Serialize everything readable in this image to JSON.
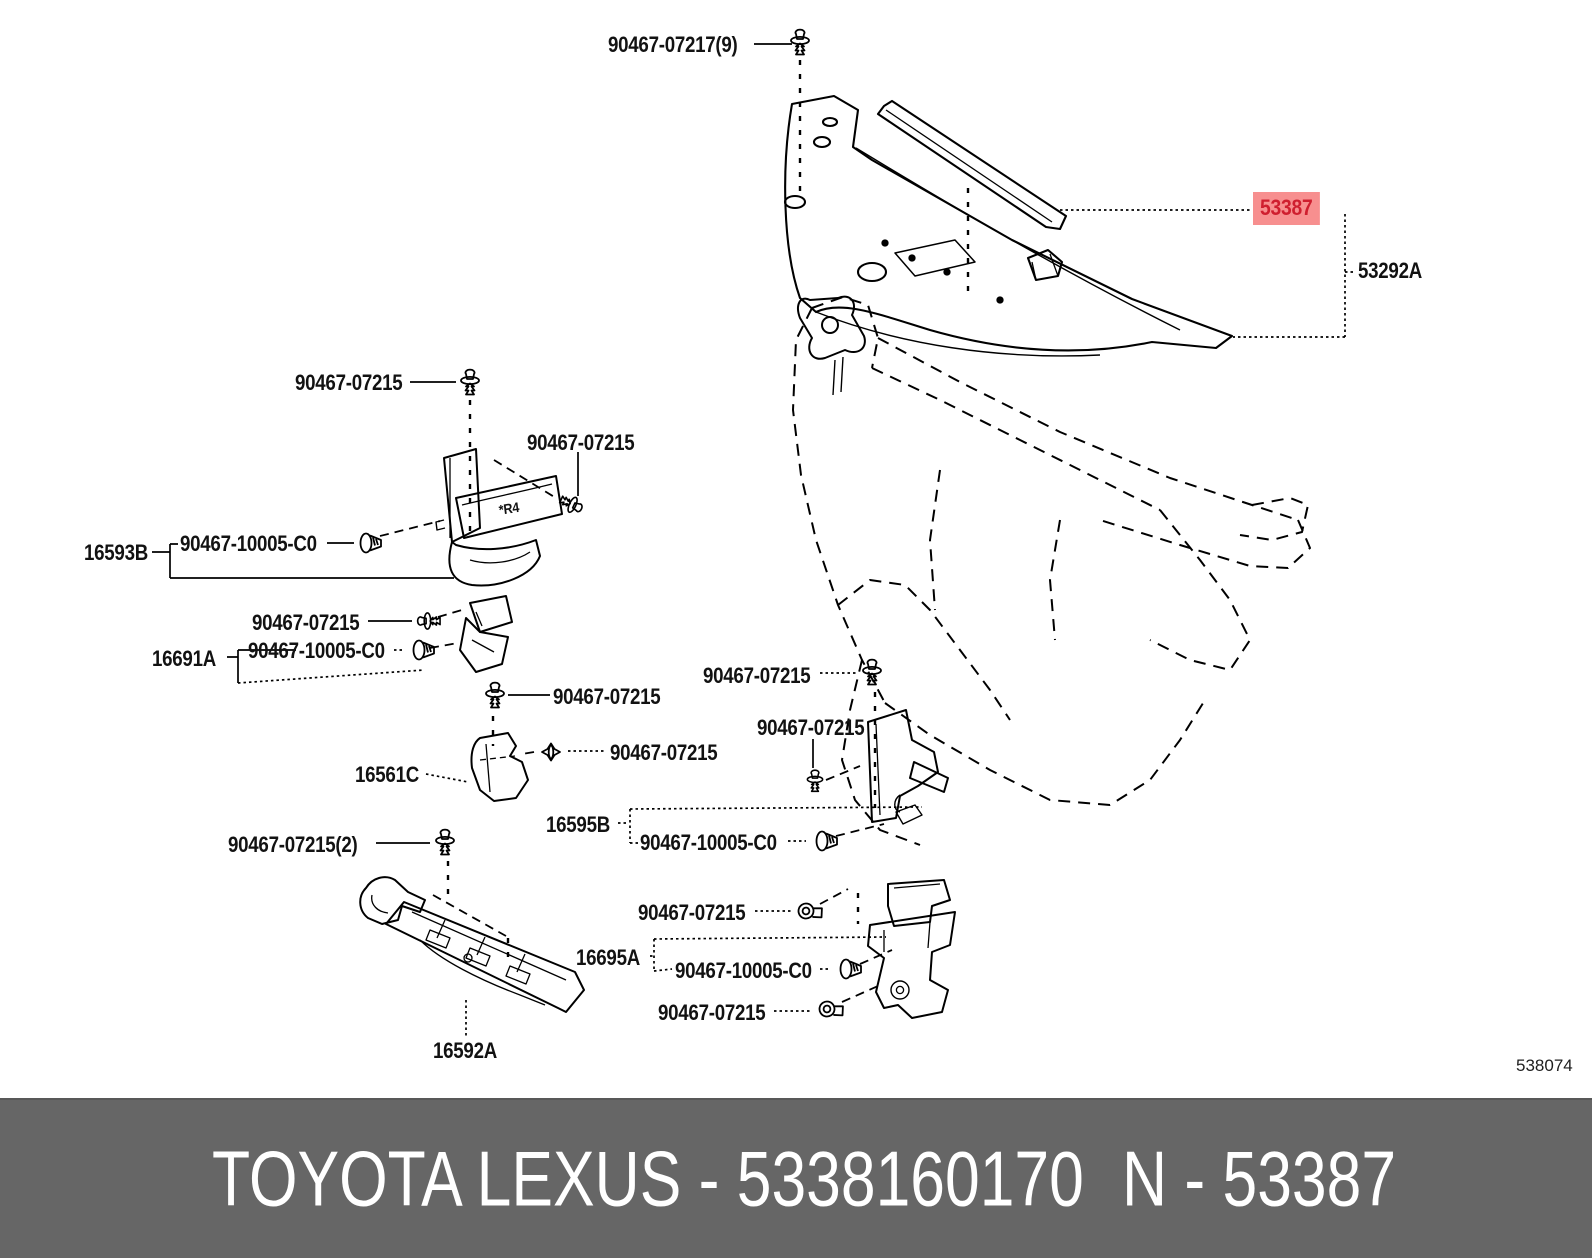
{
  "diagram": {
    "sheet_number": "538074",
    "highlighted_part": "53387",
    "part_mark": "*R4",
    "colors": {
      "line": "#000000",
      "highlight_bg": "#f78f8f",
      "highlight_text": "#cf1f2f",
      "banner_bg": "#666666",
      "banner_text": "#ffffff"
    },
    "fastener_icon_types": [
      "push-clip",
      "push-rivet",
      "expansion-clip",
      "grommet-clip"
    ],
    "labels": [
      {
        "text": "90467-07217(9)"
      },
      {
        "text": "53387"
      },
      {
        "text": "53292A"
      },
      {
        "text": "90467-07215"
      },
      {
        "text": "90467-07215"
      },
      {
        "text": "16593B"
      },
      {
        "text": "90467-10005-C0"
      },
      {
        "text": "90467-07215"
      },
      {
        "text": "90467-10005-C0"
      },
      {
        "text": "16691A"
      },
      {
        "text": "90467-07215"
      },
      {
        "text": "90467-07215"
      },
      {
        "text": "16561C"
      },
      {
        "text": "90467-07215"
      },
      {
        "text": "90467-07215"
      },
      {
        "text": "16595B"
      },
      {
        "text": "90467-10005-C0"
      },
      {
        "text": "90467-07215(2)"
      },
      {
        "text": "16592A"
      },
      {
        "text": "90467-07215"
      },
      {
        "text": "16695A"
      },
      {
        "text": "90467-10005-C0"
      },
      {
        "text": "90467-07215"
      },
      {
        "text": "*R4"
      },
      {
        "text": "538074"
      }
    ]
  },
  "banner": {
    "left": "TOYOTA LEXUS - 5338160170",
    "right": "N - 53387"
  }
}
